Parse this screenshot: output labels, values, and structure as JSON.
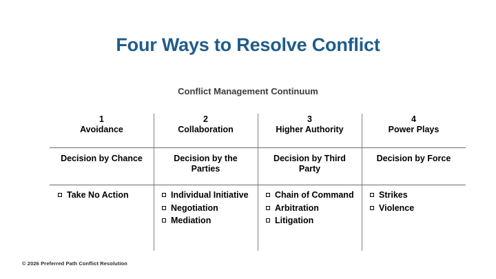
{
  "slide": {
    "title": "Four Ways to Resolve Conflict",
    "subtitle": "Conflict Management Continuum",
    "title_color": "#1F5C8B",
    "text_color": "#000000",
    "background": "#ffffff",
    "rule_color": "#6b6b6b"
  },
  "table": {
    "bullet_icon": "hollow-square-bullet",
    "columns": [
      {
        "number": "1",
        "name": "Avoidance",
        "decision": "Decision by Chance",
        "items": [
          "Take No Action"
        ]
      },
      {
        "number": "2",
        "name": "Collaboration",
        "decision": "Decision by the Parties",
        "items": [
          "Individual Initiative",
          "Negotiation",
          "Mediation"
        ]
      },
      {
        "number": "3",
        "name": "Higher Authority",
        "decision": "Decision by Third Party",
        "items": [
          "Chain of Command",
          "Arbitration",
          "Litigation"
        ]
      },
      {
        "number": "4",
        "name": "Power Plays",
        "decision": "Decision by Force",
        "items": [
          "Strikes",
          "Violence"
        ]
      }
    ]
  },
  "footer": {
    "copyright": "© 2026 Preferred Path Conflict Resolution"
  }
}
